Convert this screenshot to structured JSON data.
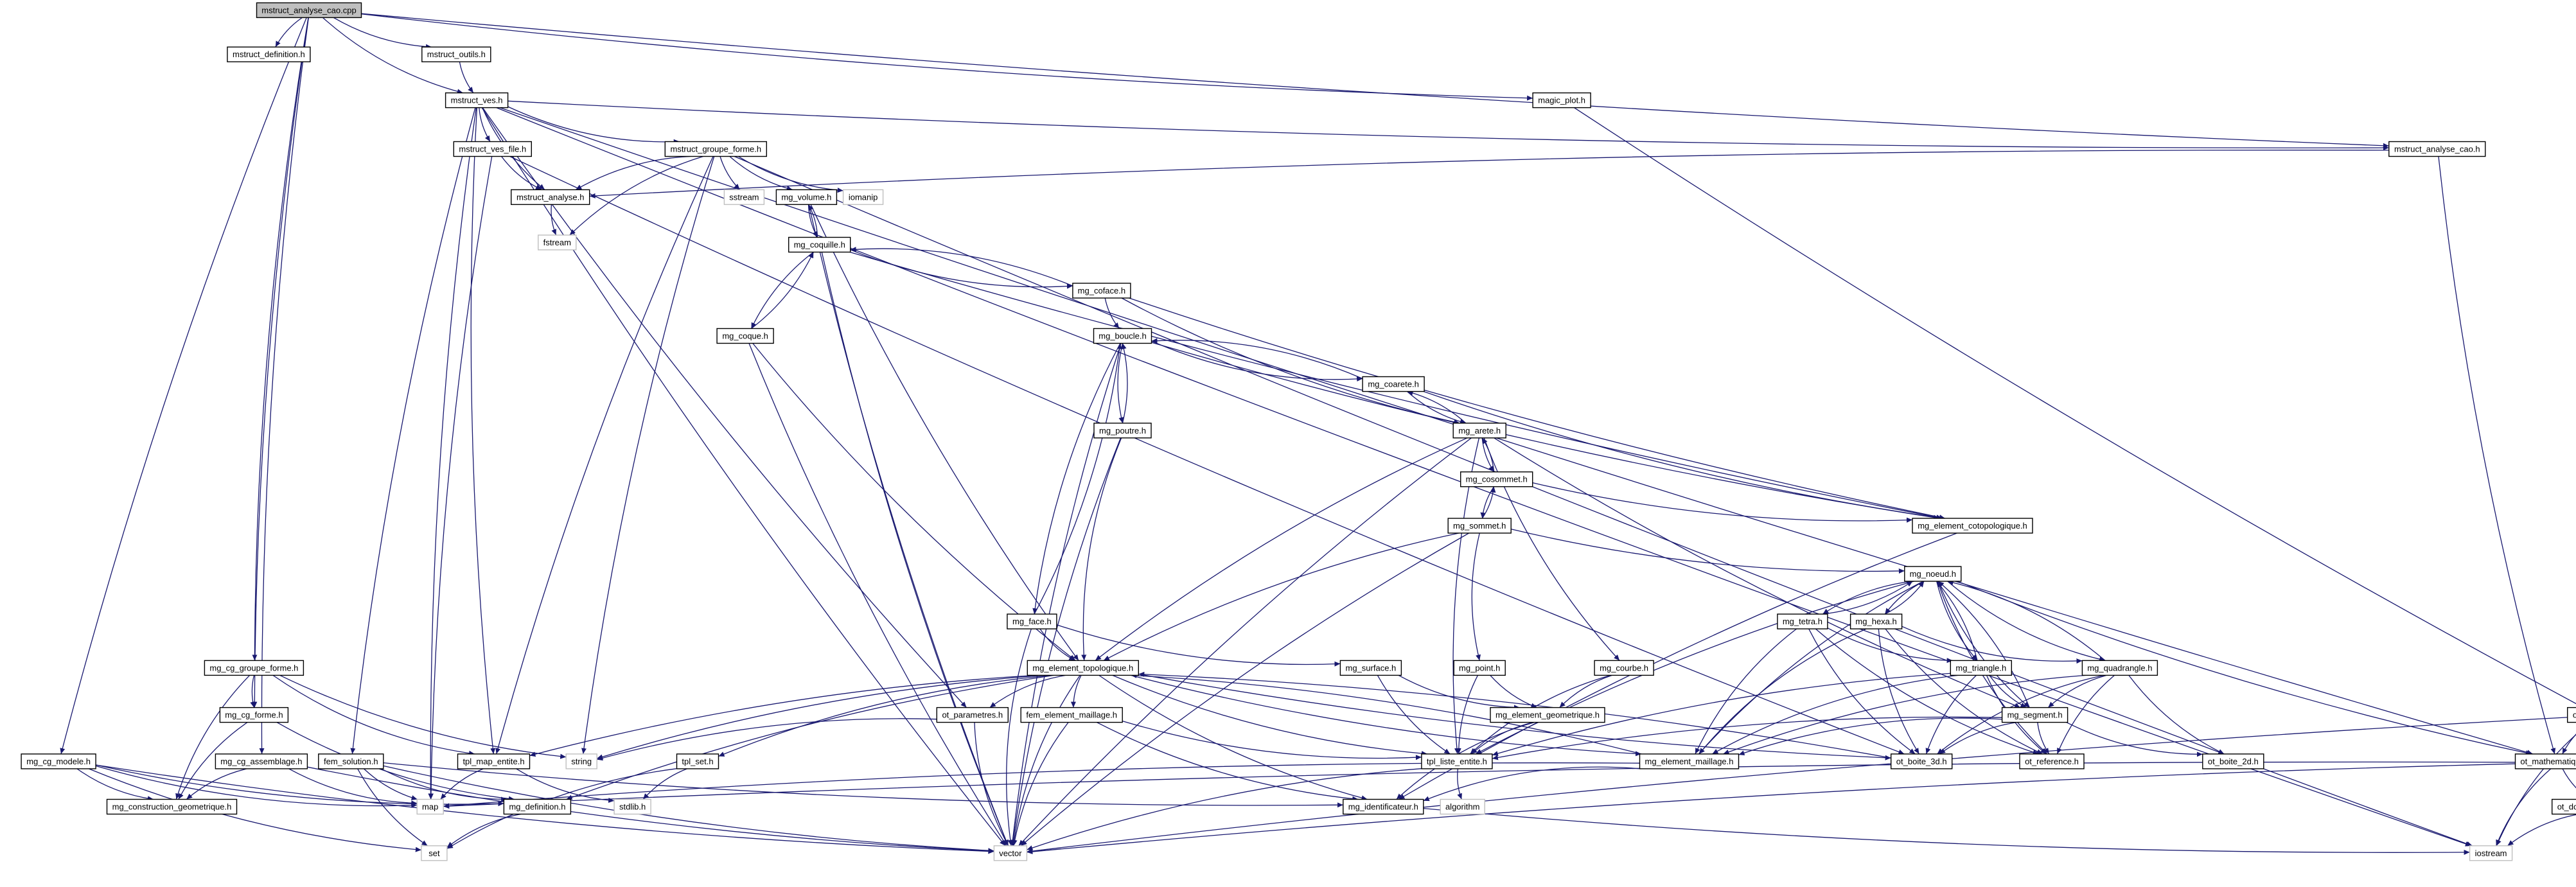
{
  "colors": {
    "edge": "#191970",
    "root_fill": "#bfbfbf",
    "node_border": "#000000",
    "system_border": "#bfbfbf"
  },
  "nodes": [
    {
      "id": "root",
      "label": "mstruct_analyse_cao.cpp",
      "kind": "root"
    },
    {
      "id": "mstruct_definition",
      "label": "mstruct_definition.h"
    },
    {
      "id": "mstruct_outils",
      "label": "mstruct_outils.h"
    },
    {
      "id": "mstruct_ves",
      "label": "mstruct_ves.h"
    },
    {
      "id": "magic_plot",
      "label": "magic_plot.h"
    },
    {
      "id": "mstruct_ves_file",
      "label": "mstruct_ves_file.h"
    },
    {
      "id": "mstruct_groupe_forme",
      "label": "mstruct_groupe_forme.h"
    },
    {
      "id": "mstruct_analyse_cao",
      "label": "mstruct_analyse_cao.h"
    },
    {
      "id": "mstruct_analyse",
      "label": "mstruct_analyse.h"
    },
    {
      "id": "sstream",
      "label": "sstream",
      "kind": "sys"
    },
    {
      "id": "mg_volume",
      "label": "mg_volume.h"
    },
    {
      "id": "iomanip",
      "label": "iomanip",
      "kind": "sys"
    },
    {
      "id": "fstream",
      "label": "fstream",
      "kind": "sys"
    },
    {
      "id": "mg_coquille",
      "label": "mg_coquille.h"
    },
    {
      "id": "mg_coface",
      "label": "mg_coface.h"
    },
    {
      "id": "mg_coque",
      "label": "mg_coque.h"
    },
    {
      "id": "mg_boucle",
      "label": "mg_boucle.h"
    },
    {
      "id": "mg_coarete",
      "label": "mg_coarete.h"
    },
    {
      "id": "mg_poutre",
      "label": "mg_poutre.h"
    },
    {
      "id": "mg_arete",
      "label": "mg_arete.h"
    },
    {
      "id": "mg_cosommet",
      "label": "mg_cosommet.h"
    },
    {
      "id": "mg_element_cotopologique",
      "label": "mg_element_cotopologique.h"
    },
    {
      "id": "mg_sommet",
      "label": "mg_sommet.h"
    },
    {
      "id": "mg_noeud",
      "label": "mg_noeud.h"
    },
    {
      "id": "mg_tetra",
      "label": "mg_tetra.h"
    },
    {
      "id": "mg_hexa",
      "label": "mg_hexa.h"
    },
    {
      "id": "mg_face",
      "label": "mg_face.h"
    },
    {
      "id": "mg_surface",
      "label": "mg_surface.h"
    },
    {
      "id": "mg_point",
      "label": "mg_point.h"
    },
    {
      "id": "mg_courbe",
      "label": "mg_courbe.h"
    },
    {
      "id": "mg_triangle",
      "label": "mg_triangle.h"
    },
    {
      "id": "mg_quadrangle",
      "label": "mg_quadrangle.h"
    },
    {
      "id": "mg_cg_groupe_forme",
      "label": "mg_cg_groupe_forme.h"
    },
    {
      "id": "mg_element_topologique",
      "label": "mg_element_topologique.h"
    },
    {
      "id": "mg_segment",
      "label": "mg_segment.h"
    },
    {
      "id": "mg_cg_forme",
      "label": "mg_cg_forme.h"
    },
    {
      "id": "ot_parametres",
      "label": "ot_parametres.h"
    },
    {
      "id": "fem_element_maillage",
      "label": "fem_element_maillage.h"
    },
    {
      "id": "mg_element_geometrique",
      "label": "mg_element_geometrique.h"
    },
    {
      "id": "ot_tenseur",
      "label": "ot_tenseur.h"
    },
    {
      "id": "string",
      "label": "string",
      "kind": "sys"
    },
    {
      "id": "tpl_map_entite",
      "label": "tpl_map_entite.h"
    },
    {
      "id": "mg_element_maillage",
      "label": "mg_element_maillage.h"
    },
    {
      "id": "ot_boite_3d",
      "label": "ot_boite_3d.h"
    },
    {
      "id": "ot_reference",
      "label": "ot_reference.h"
    },
    {
      "id": "ot_boite_2d",
      "label": "ot_boite_2d.h"
    },
    {
      "id": "mg_cg_modele",
      "label": "mg_cg_modele.h"
    },
    {
      "id": "mg_cg_assemblage",
      "label": "mg_cg_assemblage.h"
    },
    {
      "id": "fem_solution",
      "label": "fem_solution.h"
    },
    {
      "id": "tpl_set",
      "label": "tpl_set.h"
    },
    {
      "id": "tpl_liste_entite",
      "label": "tpl_liste_entite.h"
    },
    {
      "id": "ot_mathematique",
      "label": "ot_mathematique.h"
    },
    {
      "id": "mg_construction_geometrique",
      "label": "mg_construction_geometrique.h"
    },
    {
      "id": "map",
      "label": "map",
      "kind": "sys"
    },
    {
      "id": "mg_definition",
      "label": "mg_definition.h"
    },
    {
      "id": "stdlib",
      "label": "stdlib.h",
      "kind": "sys"
    },
    {
      "id": "mg_identificateur",
      "label": "mg_identificateur.h"
    },
    {
      "id": "algorithm",
      "label": "algorithm",
      "kind": "sys"
    },
    {
      "id": "ot_doubleprecision",
      "label": "ot_doubleprecision.h"
    },
    {
      "id": "set",
      "label": "set",
      "kind": "sys"
    },
    {
      "id": "vector",
      "label": "vector",
      "kind": "sys"
    },
    {
      "id": "iostream",
      "label": "iostream",
      "kind": "sys"
    }
  ],
  "edges": [
    [
      "root",
      "mstruct_definition"
    ],
    [
      "root",
      "mstruct_outils"
    ],
    [
      "root",
      "mstruct_ves"
    ],
    [
      "root",
      "magic_plot"
    ],
    [
      "root",
      "mstruct_analyse_cao"
    ],
    [
      "root",
      "mg_cg_groupe_forme"
    ],
    [
      "root",
      "mg_cg_forme"
    ],
    [
      "root",
      "mg_cg_modele"
    ],
    [
      "root",
      "mg_cg_assemblage"
    ],
    [
      "mstruct_outils",
      "mstruct_ves"
    ],
    [
      "mstruct_ves",
      "mstruct_ves_file"
    ],
    [
      "mstruct_ves",
      "mstruct_groupe_forme"
    ],
    [
      "mstruct_ves",
      "mstruct_analyse"
    ],
    [
      "mstruct_ves",
      "mstruct_analyse_cao"
    ],
    [
      "mstruct_ves",
      "map"
    ],
    [
      "mstruct_ves",
      "tpl_map_entite"
    ],
    [
      "mstruct_ves",
      "fem_solution"
    ],
    [
      "mstruct_ves",
      "ot_parametres"
    ],
    [
      "mstruct_ves",
      "ot_mathematique"
    ],
    [
      "mstruct_ves",
      "iostream"
    ],
    [
      "mstruct_ves",
      "vector"
    ],
    [
      "magic_plot",
      "ot_tenseur"
    ],
    [
      "mstruct_ves_file",
      "mstruct_analyse"
    ],
    [
      "mstruct_ves_file",
      "map"
    ],
    [
      "mstruct_ves_file",
      "ot_boite_3d"
    ],
    [
      "mstruct_groupe_forme",
      "mstruct_analyse"
    ],
    [
      "mstruct_groupe_forme",
      "sstream"
    ],
    [
      "mstruct_groupe_forme",
      "mg_volume"
    ],
    [
      "mstruct_groupe_forme",
      "iomanip"
    ],
    [
      "mstruct_groupe_forme",
      "fstream"
    ],
    [
      "mstruct_groupe_forme",
      "tpl_map_entite"
    ],
    [
      "mstruct_groupe_forme",
      "string"
    ],
    [
      "mstruct_groupe_forme",
      "iostream"
    ],
    [
      "mstruct_analyse",
      "fstream"
    ],
    [
      "mstruct_analyse_cao",
      "mstruct_analyse"
    ],
    [
      "mstruct_analyse_cao",
      "ot_mathematique"
    ],
    [
      "mg_volume",
      "mg_coquille"
    ],
    [
      "mg_volume",
      "mg_element_topologique"
    ],
    [
      "mg_volume",
      "vector"
    ],
    [
      "mg_coquille",
      "mg_volume"
    ],
    [
      "mg_coquille",
      "mg_coface"
    ],
    [
      "mg_coquille",
      "mg_coque"
    ],
    [
      "mg_coquille",
      "mg_element_cotopologique"
    ],
    [
      "mg_coquille",
      "vector"
    ],
    [
      "mg_coface",
      "mg_coquille"
    ],
    [
      "mg_coface",
      "mg_boucle"
    ],
    [
      "mg_coface",
      "mg_arete"
    ],
    [
      "mg_coface",
      "mg_element_cotopologique"
    ],
    [
      "mg_coque",
      "mg_coquille"
    ],
    [
      "mg_coque",
      "mg_element_topologique"
    ],
    [
      "mg_coque",
      "vector"
    ],
    [
      "mg_boucle",
      "mg_coarete"
    ],
    [
      "mg_boucle",
      "mg_poutre"
    ],
    [
      "mg_boucle",
      "mg_face"
    ],
    [
      "mg_boucle",
      "mg_element_cotopologique"
    ],
    [
      "mg_boucle",
      "vector"
    ],
    [
      "mg_coarete",
      "mg_boucle"
    ],
    [
      "mg_coarete",
      "mg_arete"
    ],
    [
      "mg_coarete",
      "mg_element_cotopologique"
    ],
    [
      "mg_poutre",
      "mg_boucle"
    ],
    [
      "mg_poutre",
      "mg_element_topologique"
    ],
    [
      "mg_poutre",
      "vector"
    ],
    [
      "mg_arete",
      "mg_coarete"
    ],
    [
      "mg_arete",
      "mg_cosommet"
    ],
    [
      "mg_arete",
      "mg_courbe"
    ],
    [
      "mg_arete",
      "mg_element_topologique"
    ],
    [
      "mg_arete",
      "tpl_liste_entite"
    ],
    [
      "mg_arete",
      "mg_segment"
    ],
    [
      "mg_arete",
      "vector"
    ],
    [
      "mg_cosommet",
      "mg_arete"
    ],
    [
      "mg_cosommet",
      "mg_sommet"
    ],
    [
      "mg_cosommet",
      "mg_element_cotopologique"
    ],
    [
      "mg_sommet",
      "mg_cosommet"
    ],
    [
      "mg_sommet",
      "mg_point"
    ],
    [
      "mg_sommet",
      "mg_noeud"
    ],
    [
      "mg_sommet",
      "mg_element_topologique"
    ],
    [
      "mg_sommet",
      "vector"
    ],
    [
      "mg_element_cotopologique",
      "mg_identificateur"
    ],
    [
      "mg_noeud",
      "mg_tetra"
    ],
    [
      "mg_noeud",
      "mg_hexa"
    ],
    [
      "mg_noeud",
      "mg_triangle"
    ],
    [
      "mg_noeud",
      "mg_quadrangle"
    ],
    [
      "mg_noeud",
      "mg_segment"
    ],
    [
      "mg_noeud",
      "mg_element_maillage"
    ],
    [
      "mg_noeud",
      "tpl_liste_entite"
    ],
    [
      "mg_noeud",
      "ot_mathematique"
    ],
    [
      "mg_noeud",
      "ot_reference"
    ],
    [
      "mg_tetra",
      "mg_noeud"
    ],
    [
      "mg_tetra",
      "mg_triangle"
    ],
    [
      "mg_tetra",
      "mg_element_maillage"
    ],
    [
      "mg_tetra",
      "ot_boite_3d"
    ],
    [
      "mg_tetra",
      "ot_reference"
    ],
    [
      "mg_hexa",
      "mg_noeud"
    ],
    [
      "mg_hexa",
      "mg_quadrangle"
    ],
    [
      "mg_hexa",
      "mg_element_maillage"
    ],
    [
      "mg_hexa",
      "ot_boite_3d"
    ],
    [
      "mg_hexa",
      "ot_reference"
    ],
    [
      "mg_face",
      "mg_boucle"
    ],
    [
      "mg_face",
      "mg_surface"
    ],
    [
      "mg_face",
      "mg_element_topologique"
    ],
    [
      "mg_face",
      "vector"
    ],
    [
      "mg_surface",
      "mg_element_geometrique"
    ],
    [
      "mg_surface",
      "tpl_liste_entite"
    ],
    [
      "mg_point",
      "mg_element_geometrique"
    ],
    [
      "mg_point",
      "tpl_liste_entite"
    ],
    [
      "mg_courbe",
      "mg_element_geometrique"
    ],
    [
      "mg_courbe",
      "tpl_liste_entite"
    ],
    [
      "mg_triangle",
      "mg_noeud"
    ],
    [
      "mg_triangle",
      "mg_segment"
    ],
    [
      "mg_triangle",
      "mg_element_maillage"
    ],
    [
      "mg_triangle",
      "ot_boite_3d"
    ],
    [
      "mg_triangle",
      "ot_reference"
    ],
    [
      "mg_triangle",
      "tpl_liste_entite"
    ],
    [
      "mg_quadrangle",
      "mg_noeud"
    ],
    [
      "mg_quadrangle",
      "mg_segment"
    ],
    [
      "mg_quadrangle",
      "mg_element_maillage"
    ],
    [
      "mg_quadrangle",
      "ot_boite_3d"
    ],
    [
      "mg_quadrangle",
      "ot_boite_2d"
    ],
    [
      "mg_quadrangle",
      "ot_reference"
    ],
    [
      "mg_cg_groupe_forme",
      "mg_cg_forme"
    ],
    [
      "mg_cg_groupe_forme",
      "tpl_map_entite"
    ],
    [
      "mg_cg_groupe_forme",
      "string"
    ],
    [
      "mg_cg_groupe_forme",
      "mg_construction_geometrique"
    ],
    [
      "mg_element_topologique",
      "ot_parametres"
    ],
    [
      "mg_element_topologique",
      "fem_element_maillage"
    ],
    [
      "mg_element_topologique",
      "tpl_map_entite"
    ],
    [
      "mg_element_topologique",
      "tpl_set"
    ],
    [
      "mg_element_topologique",
      "tpl_liste_entite"
    ],
    [
      "mg_element_topologique",
      "mg_element_maillage"
    ],
    [
      "mg_element_topologique",
      "ot_boite_3d"
    ],
    [
      "mg_element_topologique",
      "mg_identificateur"
    ],
    [
      "mg_element_topologique",
      "mg_definition"
    ],
    [
      "mg_element_topologique",
      "string"
    ],
    [
      "mg_element_topologique",
      "vector"
    ],
    [
      "mg_segment",
      "mg_noeud"
    ],
    [
      "mg_segment",
      "mg_element_maillage"
    ],
    [
      "mg_segment",
      "ot_boite_3d"
    ],
    [
      "mg_segment",
      "ot_boite_2d"
    ],
    [
      "mg_segment",
      "ot_reference"
    ],
    [
      "mg_segment",
      "tpl_liste_entite"
    ],
    [
      "mg_cg_forme",
      "mg_construction_geometrique"
    ],
    [
      "mg_cg_forme",
      "mg_definition"
    ],
    [
      "ot_parametres",
      "vector"
    ],
    [
      "ot_parametres",
      "string"
    ],
    [
      "fem_element_maillage",
      "mg_identificateur"
    ],
    [
      "fem_element_maillage",
      "tpl_liste_entite"
    ],
    [
      "fem_element_maillage",
      "vector"
    ],
    [
      "mg_element_geometrique",
      "tpl_liste_entite"
    ],
    [
      "mg_element_geometrique",
      "mg_identificateur"
    ],
    [
      "ot_tenseur",
      "ot_mathematique"
    ],
    [
      "ot_tenseur",
      "ot_doubleprecision"
    ],
    [
      "ot_tenseur",
      "iostream"
    ],
    [
      "ot_tenseur",
      "vector"
    ],
    [
      "tpl_map_entite",
      "map"
    ],
    [
      "tpl_map_entite",
      "stdlib"
    ],
    [
      "mg_element_maillage",
      "mg_element_topologique"
    ],
    [
      "mg_element_maillage",
      "mg_identificateur"
    ],
    [
      "mg_element_maillage",
      "map"
    ],
    [
      "ot_boite_3d",
      "mg_element_topologique"
    ],
    [
      "mg_cg_modele",
      "mg_construction_geometrique"
    ],
    [
      "mg_cg_modele",
      "map"
    ],
    [
      "mg_cg_modele",
      "mg_definition"
    ],
    [
      "mg_cg_modele",
      "set"
    ],
    [
      "mg_cg_modele",
      "vector"
    ],
    [
      "mg_cg_assemblage",
      "mg_construction_geometrique"
    ],
    [
      "mg_cg_assemblage",
      "map"
    ],
    [
      "mg_cg_assemblage",
      "vector"
    ],
    [
      "fem_solution",
      "map"
    ],
    [
      "fem_solution",
      "mg_definition"
    ],
    [
      "fem_solution",
      "set"
    ],
    [
      "fem_solution",
      "vector"
    ],
    [
      "fem_solution",
      "mg_identificateur"
    ],
    [
      "tpl_set",
      "stdlib"
    ],
    [
      "tpl_set",
      "set"
    ],
    [
      "tpl_liste_entite",
      "algorithm"
    ],
    [
      "tpl_liste_entite",
      "vector"
    ],
    [
      "ot_mathematique",
      "ot_doubleprecision"
    ],
    [
      "ot_mathematique",
      "vector"
    ],
    [
      "ot_mathematique",
      "map"
    ],
    [
      "ot_mathematique",
      "iostream"
    ],
    [
      "mg_definition",
      "set"
    ],
    [
      "mg_identificateur",
      "iostream"
    ],
    [
      "ot_doubleprecision",
      "iostream"
    ]
  ]
}
